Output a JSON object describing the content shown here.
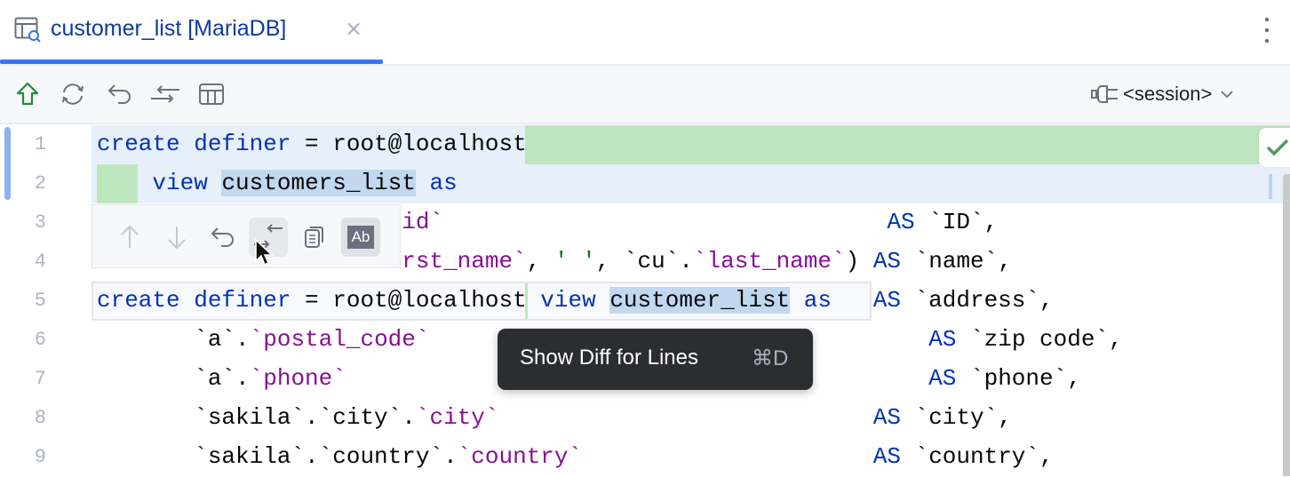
{
  "tab": {
    "title": "customer_list [MariaDB]",
    "icon": "table-search-icon",
    "close": "×"
  },
  "toolbar": {
    "buttons": [
      "submit-icon",
      "refresh-icon",
      "revert-icon",
      "compare-icon",
      "table-icon"
    ],
    "session_label": "<session>"
  },
  "colors": {
    "accent": "#3574f0",
    "keyword": "#0033b3",
    "identifier": "#871094",
    "string": "#067d17",
    "added": "#bee6be",
    "tooltip_bg": "#2b2d30"
  },
  "editor": {
    "lines": [
      {
        "n": "1",
        "tokens": [
          {
            "t": "create definer",
            "c": "kw"
          },
          {
            "t": " = root@localhost",
            "c": ""
          }
        ]
      },
      {
        "n": "2",
        "tokens": [
          {
            "t": "    ",
            "c": ""
          },
          {
            "t": "view",
            "c": "kw"
          },
          {
            "t": " ",
            "c": ""
          },
          {
            "t": "customers_list",
            "c": "sel"
          },
          {
            "t": " ",
            "c": ""
          },
          {
            "t": "as",
            "c": "kw"
          }
        ]
      },
      {
        "n": "3",
        "tokens": [
          {
            "t": "                      ",
            "c": ""
          },
          {
            "t": "id`",
            "c": "id"
          },
          {
            "t": "                                ",
            "c": ""
          },
          {
            "t": "AS",
            "c": "kw"
          },
          {
            "t": " `ID`,",
            "c": ""
          }
        ]
      },
      {
        "n": "4",
        "tokens": [
          {
            "t": "                      ",
            "c": ""
          },
          {
            "t": "rst_name`",
            "c": "id"
          },
          {
            "t": ", ",
            "c": ""
          },
          {
            "t": "' '",
            "c": "str"
          },
          {
            "t": ", `cu`.",
            "c": ""
          },
          {
            "t": "`last_name`",
            "c": "id"
          },
          {
            "t": ") ",
            "c": ""
          },
          {
            "t": "AS",
            "c": "kw"
          },
          {
            "t": " `name`,",
            "c": ""
          }
        ]
      },
      {
        "n": "5",
        "tokens": [
          {
            "t": "                                                        ",
            "c": ""
          },
          {
            "t": "AS",
            "c": "kw"
          },
          {
            "t": " `address`,",
            "c": ""
          }
        ]
      },
      {
        "n": "6",
        "tokens": [
          {
            "t": "       `a`.",
            "c": ""
          },
          {
            "t": "`postal_code`",
            "c": "id"
          },
          {
            "t": "                                    ",
            "c": ""
          },
          {
            "t": "AS",
            "c": "kw"
          },
          {
            "t": " `zip code`,",
            "c": ""
          }
        ]
      },
      {
        "n": "7",
        "tokens": [
          {
            "t": "       `a`.",
            "c": ""
          },
          {
            "t": "`phone`",
            "c": "id"
          },
          {
            "t": "                                          ",
            "c": ""
          },
          {
            "t": "AS",
            "c": "kw"
          },
          {
            "t": " `phone`,",
            "c": ""
          }
        ]
      },
      {
        "n": "8",
        "tokens": [
          {
            "t": "       `sakila`.`city`.",
            "c": ""
          },
          {
            "t": "`city`",
            "c": "id"
          },
          {
            "t": "                           ",
            "c": ""
          },
          {
            "t": "AS",
            "c": "kw"
          },
          {
            "t": " `city`,",
            "c": ""
          }
        ]
      },
      {
        "n": "9",
        "tokens": [
          {
            "t": "       `sakila`.`country`.",
            "c": ""
          },
          {
            "t": "`country`",
            "c": "id"
          },
          {
            "t": "                     ",
            "c": ""
          },
          {
            "t": "AS",
            "c": "kw"
          },
          {
            "t": " `country`,",
            "c": ""
          }
        ]
      }
    ]
  },
  "diff_popup": {
    "actions": [
      "previous-difference-icon",
      "next-difference-icon",
      "rollback-icon",
      "show-diff-icon",
      "copy-icon",
      "ignore-whitespace-icon"
    ],
    "ab_label": "Ab",
    "tokens": [
      {
        "t": "create definer",
        "c": "kw"
      },
      {
        "t": " = root@localhost ",
        "c": ""
      },
      {
        "t": "view",
        "c": "kw"
      },
      {
        "t": " ",
        "c": ""
      },
      {
        "t": "customer_list",
        "c": "sel"
      },
      {
        "t": " ",
        "c": ""
      },
      {
        "t": "as",
        "c": "kw"
      }
    ]
  },
  "tooltip": {
    "text": "Show Diff for Lines",
    "shortcut": "⌘D"
  }
}
